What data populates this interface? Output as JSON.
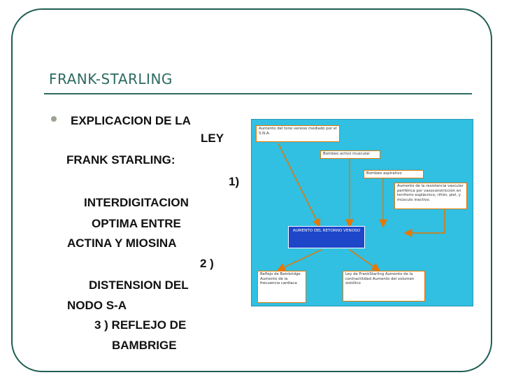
{
  "slide": {
    "title": "FRANK-STARLING",
    "bullet_lines": [
      "EXPLICACION DE LA",
      "LEY",
      "FRANK STARLING:",
      "1)",
      "INTERDIGITACION",
      "OPTIMA ENTRE",
      "ACTINA Y MIOSINA",
      "2 )",
      "DISTENSION DEL",
      "NODO S-A",
      "3 ) REFLEJO DE",
      "BAMBRIGE"
    ]
  },
  "diagram": {
    "box_top": "Aumento del tono venoso mediado por el S.N.A.",
    "box_muscle": "Bombeo activo muscular",
    "box_aspirative": "Bombeo aspirativo",
    "box_resistance": "Aumento de la resistencia vascular periférica por vasoconstricción en territorio esplácnico, riñón, piel, y músculo inactivo.",
    "box_center": "AUMENTO DEL RETORNO VENOSO",
    "box_bainbridge": "Reflejo de Bainbridge Aumento de la frecuencia cardiaca",
    "box_frank": "Ley de FrankStarling Aumento de la contractilidad Aumento del volumen sistólico",
    "colors": {
      "background": "#31bfe2",
      "arrow": "#e67700",
      "center_box": "#1d46c9"
    }
  }
}
